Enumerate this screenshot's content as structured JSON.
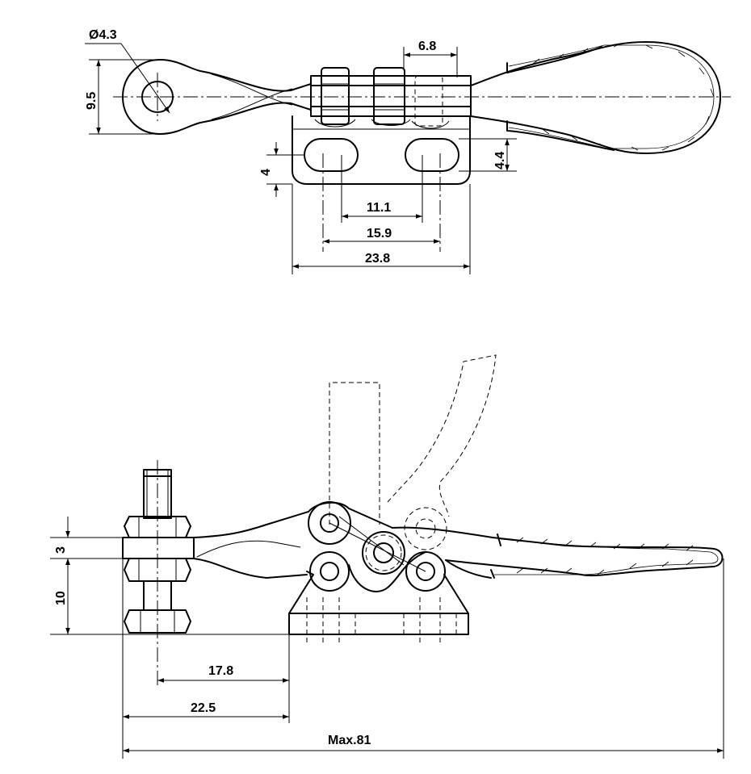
{
  "dimensions": {
    "hole_dia": "Ø4.3",
    "width_9_5": "9.5",
    "slot_6_8": "6.8",
    "slot_4": "4",
    "slot_4_4": "4.4",
    "spacing_11_1": "11.1",
    "spacing_15_9": "15.9",
    "base_23_8": "23.8",
    "height_3": "3",
    "height_10": "10",
    "reach_17_8": "17.8",
    "reach_22_5": "22.5",
    "overall_max": "Max.81"
  }
}
